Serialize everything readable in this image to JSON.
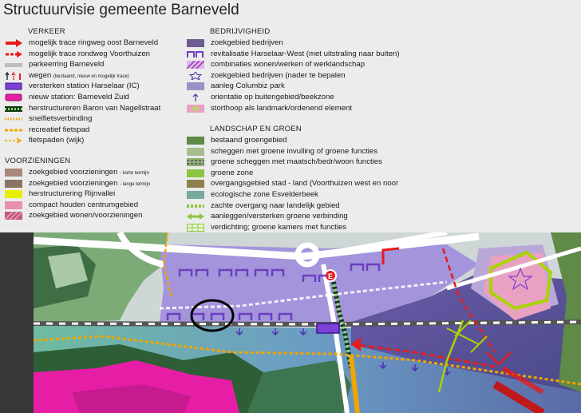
{
  "title": "Structuurvisie gemeente Barneveld",
  "legend": {
    "verkeer": {
      "heading": "VERKEER",
      "items": [
        {
          "label": "mogelijk trace ringweg oost Barneveld",
          "sym": "arrow-red"
        },
        {
          "label": "mogelijk trace rondweg Voorthuizen",
          "sym": "dash-red"
        },
        {
          "label": "parkeerring Barneveld",
          "sym": "grey-bar"
        },
        {
          "label": "wegen",
          "note": "(bestaand, nieuw en mogelijk trace)",
          "sym": "roads"
        },
        {
          "label": "versterken station Harselaar (IC)",
          "sym": "station-purple"
        },
        {
          "label": "nieuw station: Barneveld Zuid",
          "sym": "station-pink"
        },
        {
          "label": "herstructureren Baron van Nagellstraat",
          "sym": "check"
        },
        {
          "label": "snelfietsverbinding",
          "sym": "dot-orange"
        },
        {
          "label": "recreatief fietspad",
          "sym": "dash-orange"
        },
        {
          "label": "fietspaden (wijk)",
          "sym": "arrow-dash-orange"
        }
      ]
    },
    "voorzieningen": {
      "heading": "VOORZIENINGEN",
      "items": [
        {
          "label": "zoekgebied voorzieningen",
          "note": "- korte termijn",
          "color": "#a8877a"
        },
        {
          "label": "zoekgebied voorzieningen",
          "note": "- lange termijn",
          "color": "#8b7466"
        },
        {
          "label": "herstructurering Rijnvallei",
          "color": "#e5f000"
        },
        {
          "label": "compact houden centrumgebied",
          "color": "#e790ad"
        },
        {
          "label": "zoekgebied wonen/voorzieningen",
          "color": "#c4597a"
        }
      ]
    },
    "bedrijvigheid": {
      "heading": "BEDRIJVIGHEID",
      "items": [
        {
          "label": "zoekgebied bedrijven",
          "sym": "fill",
          "color": "#6e5b92"
        },
        {
          "label": "revitalisatie Harselaar-West (met uitstraling naar buiten)",
          "sym": "arrow-violet"
        },
        {
          "label": "combinaties wonen/werken of werklandschap",
          "sym": "hatch-purple"
        },
        {
          "label": "zoekgebied bedrijven (nader te bepalen",
          "sym": "star"
        },
        {
          "label": "aanleg Columbiz park",
          "sym": "fill",
          "color": "#9c92c6"
        },
        {
          "label": "orientatie op buitengebied/beekzone",
          "sym": "tiny-arrow"
        },
        {
          "label": "storthoop als landmark/ordenend element",
          "sym": "mound"
        }
      ]
    },
    "landschap": {
      "heading": "LANDSCHAP EN GROEN",
      "items": [
        {
          "label": "bestaand groengebied",
          "sym": "fill",
          "color": "#5f8a48"
        },
        {
          "label": "scheggen met groene invulling of groene functies",
          "sym": "fill",
          "color": "#a8bd8f"
        },
        {
          "label": "groene scheggen met maatsch/bedr/woon functies",
          "sym": "hatch-green"
        },
        {
          "label": "groene zone",
          "sym": "fill",
          "color": "#8cc640"
        },
        {
          "label": "overgangsgebied stad - land (Voorthuizen west en noor",
          "sym": "fill",
          "color": "#8f8050"
        },
        {
          "label": "ecologische zone Esvelderbeek",
          "sym": "fill",
          "color": "#78aaa0"
        },
        {
          "label": "zachte overgang naar landelijk gebied",
          "sym": "dot-green"
        },
        {
          "label": "aanleggen/versterken groene verbinding",
          "sym": "double-arrow"
        },
        {
          "label": "verdichting; groene kamers met functies",
          "sym": "grid-green"
        }
      ]
    }
  },
  "map_labels": {
    "station": "E"
  },
  "colors": {
    "bedrijven": "#a494dc",
    "groen": "#2f5e33",
    "voorziening": "#e61ea6",
    "trace": "#e51c1c",
    "fiets": "#f1a500"
  }
}
